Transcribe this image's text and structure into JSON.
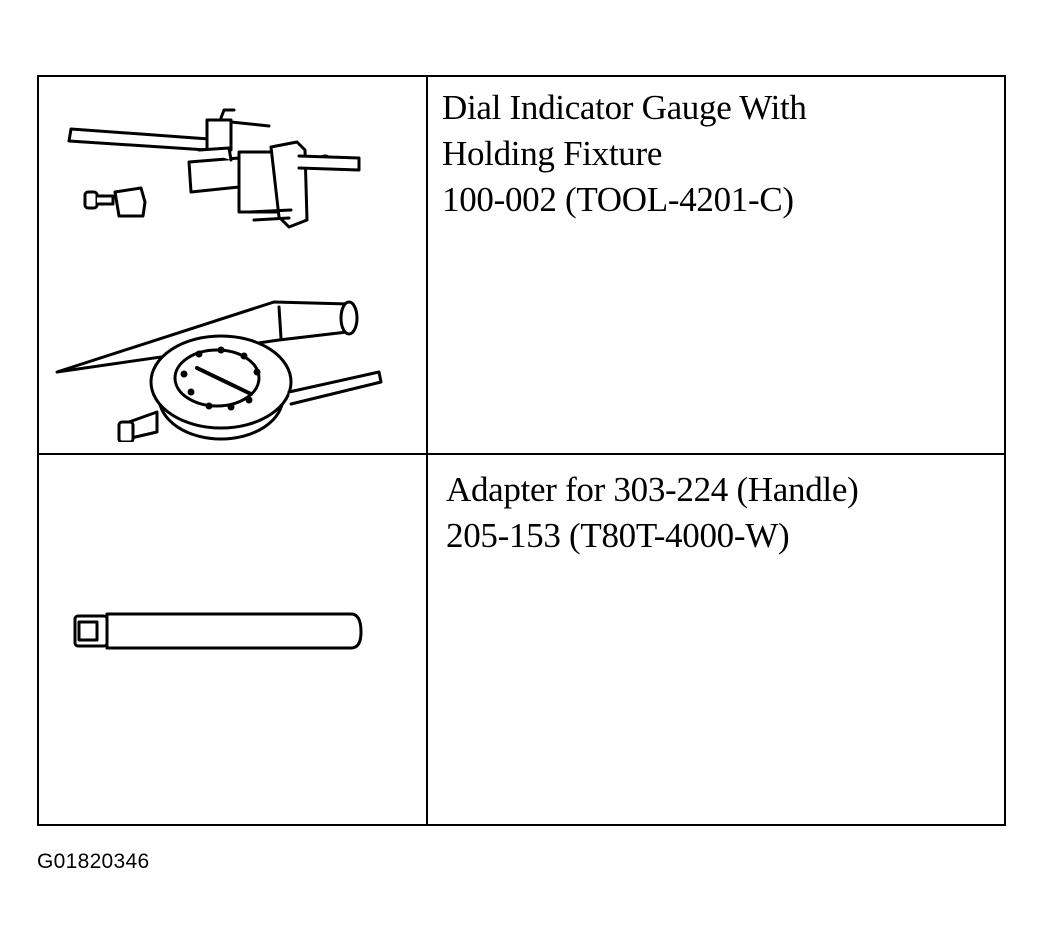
{
  "tools": [
    {
      "lines": [
        "Dial Indicator Gauge With",
        "Holding Fixture",
        "100-002 (TOOL-4201-C)"
      ],
      "illustration_icon": "dial-indicator-gauge-with-holding-fixture-icon"
    },
    {
      "lines": [
        "Adapter for 303-224 (Handle)",
        "205-153 (T80T-4000-W)"
      ],
      "illustration_icon": "adapter-rod-icon"
    }
  ],
  "figure_code": "G01820346"
}
